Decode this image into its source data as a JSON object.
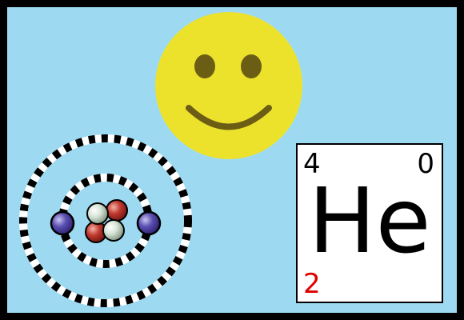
{
  "scene": {
    "background_color": "#9ddaf2",
    "border_color": "#000000"
  },
  "smiley": {
    "icon": "smiley-face-icon",
    "face_color": "#ece22c",
    "feature_color": "#6b5d14"
  },
  "atom_model": {
    "icon": "helium-atom-bohr-model-icon",
    "shells": 2,
    "electrons": 2,
    "protons": 2,
    "neutrons": 2,
    "electron_color": "#4a3f9c",
    "proton_color": "#b8312a",
    "neutron_color": "#d8e6d8"
  },
  "element_card": {
    "mass_number": "4",
    "charge": "0",
    "symbol": "He",
    "atomic_number": "2",
    "atomic_number_color": "#e00000"
  }
}
